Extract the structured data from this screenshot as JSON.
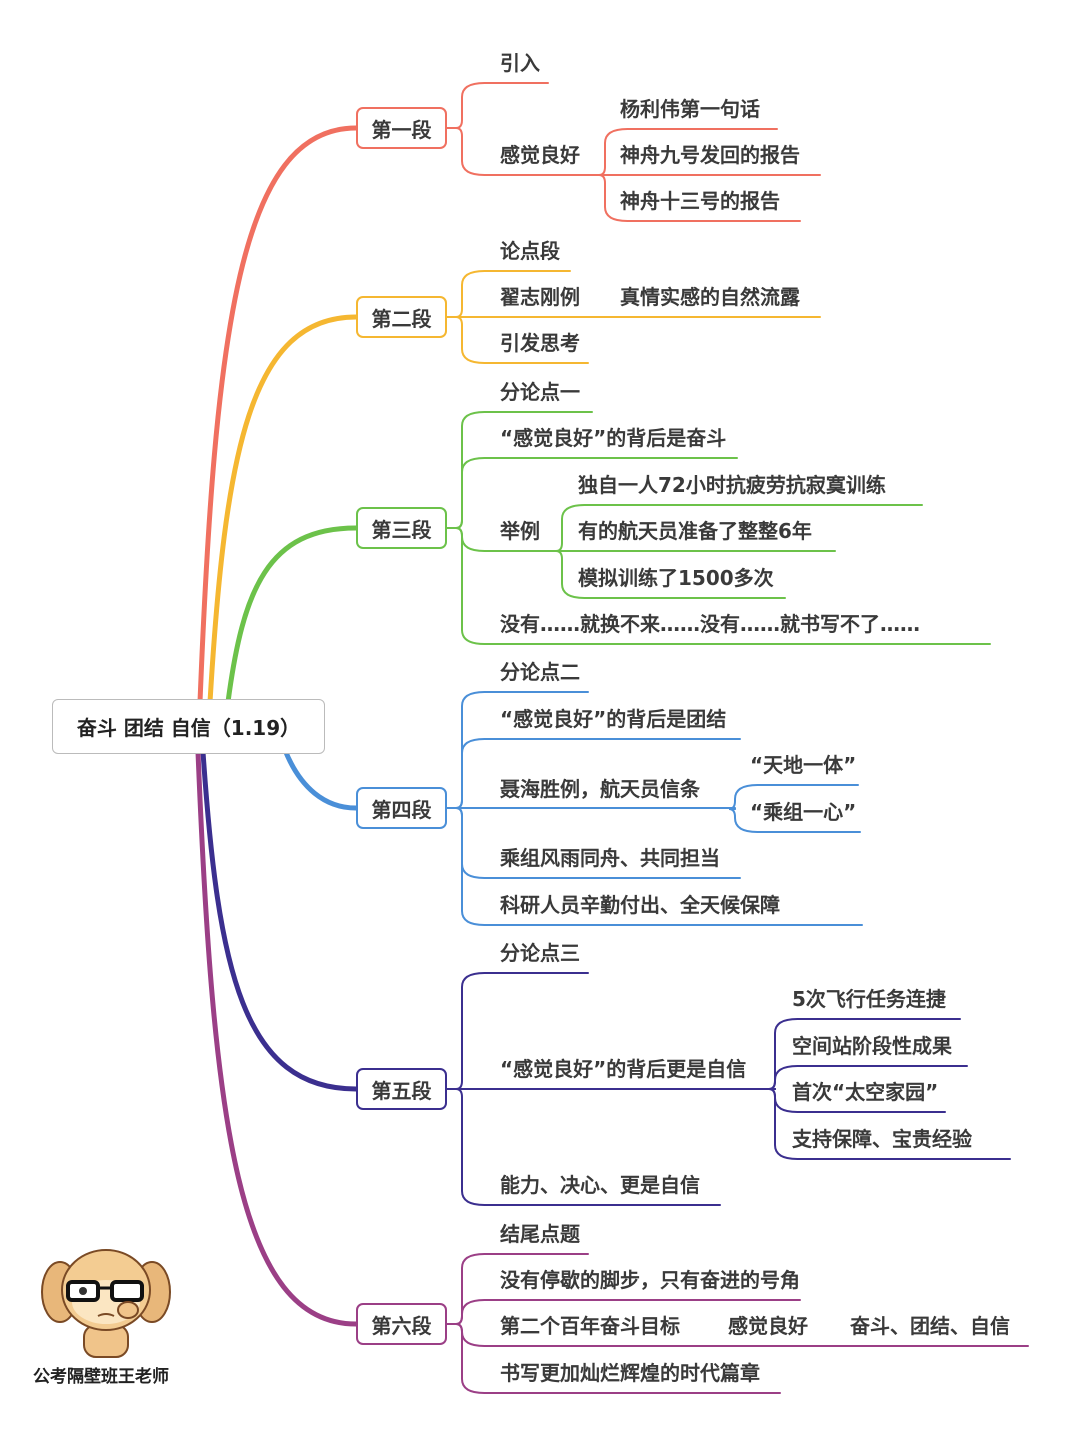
{
  "title": "奋斗 团结 自信（1.19）",
  "watermark": "公考隔壁班王老师",
  "sections": [
    {
      "label": "第一段",
      "color": "#f07060",
      "children": [
        {
          "label": "引入"
        },
        {
          "label": "感觉良好",
          "sub": [
            "杨利伟第一句话",
            "神舟九号发回的报告",
            "神舟十三号的报告"
          ]
        }
      ]
    },
    {
      "label": "第二段",
      "color": "#f5b731",
      "children": [
        {
          "label": "论点段"
        },
        {
          "label": "翟志刚例",
          "sub": [
            "真情实感的自然流露"
          ]
        },
        {
          "label": "引发思考"
        }
      ]
    },
    {
      "label": "第三段",
      "color": "#6cc24a",
      "children": [
        {
          "label": "分论点一"
        },
        {
          "label": "“感觉良好”的背后是奋斗"
        },
        {
          "label": "举例",
          "sub": [
            "独自一人72小时抗疲劳抗寂寞训练",
            "有的航天员准备了整整6年",
            "模拟训练了1500多次"
          ]
        },
        {
          "label": "没有……就换不来……没有……就书写不了……"
        }
      ]
    },
    {
      "label": "第四段",
      "color": "#4a8fd8",
      "children": [
        {
          "label": "分论点二"
        },
        {
          "label": "“感觉良好”的背后是团结"
        },
        {
          "label": "聂海胜例，航天员信条",
          "sub": [
            "“天地一体”",
            "“乘组一心”"
          ]
        },
        {
          "label": "乘组风雨同舟、共同担当"
        },
        {
          "label": "科研人员辛勤付出、全天候保障"
        }
      ]
    },
    {
      "label": "第五段",
      "color": "#3b2f8f",
      "children": [
        {
          "label": "分论点三"
        },
        {
          "label": "“感觉良好”的背后更是自信",
          "sub": [
            "5次飞行任务连捷",
            "空间站阶段性成果",
            "首次“太空家园”",
            "支持保障、宝贵经验"
          ]
        },
        {
          "label": "能力、决心、更是自信"
        }
      ]
    },
    {
      "label": "第六段",
      "color": "#9b3f86",
      "children": [
        {
          "label": "结尾点题"
        },
        {
          "label": "没有停歇的脚步，只有奋进的号角"
        },
        {
          "label": "第二个百年奋斗目标",
          "extra": [
            "感觉良好",
            "奋斗、团结、自信"
          ]
        },
        {
          "label": "书写更加灿烂辉煌的时代篇章"
        }
      ]
    }
  ]
}
